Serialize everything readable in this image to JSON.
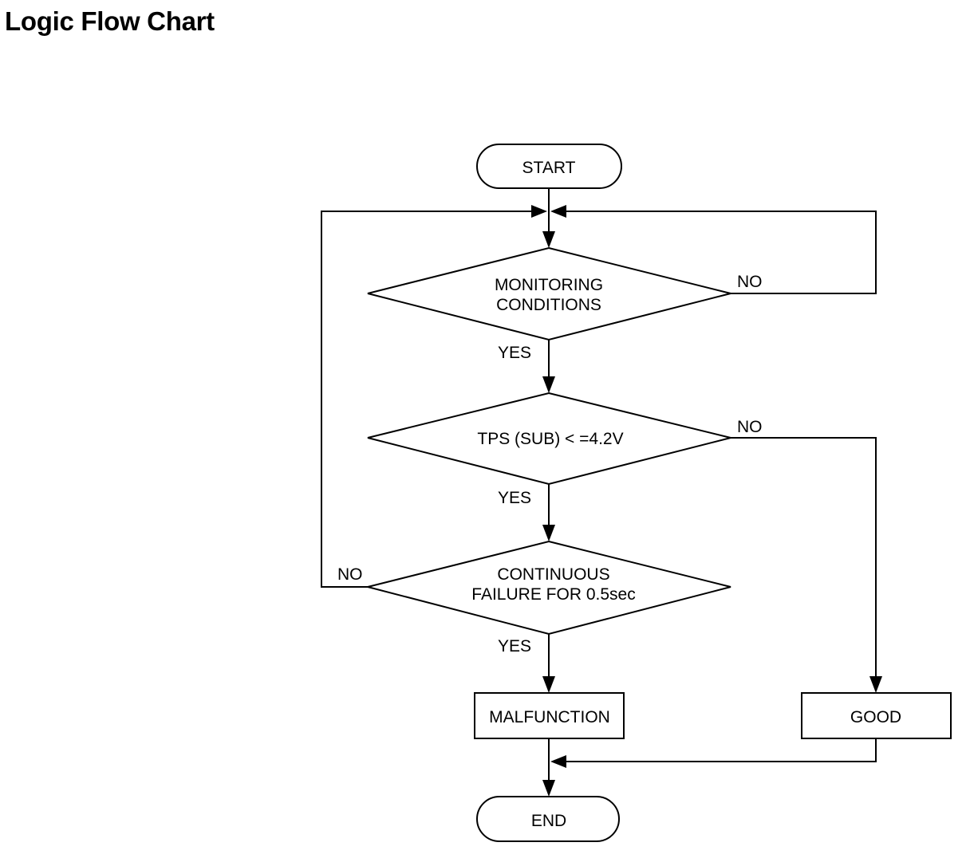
{
  "title": "Logic Flow Chart",
  "nodes": {
    "start": "START",
    "monitoring_line1": "MONITORING",
    "monitoring_line2": "CONDITIONS",
    "tps": "TPS (SUB) < =4.2V",
    "continuous_line1": "CONTINUOUS",
    "continuous_line2": "FAILURE FOR 0.5sec",
    "malfunction": "MALFUNCTION",
    "good": "GOOD",
    "end": "END"
  },
  "edges": {
    "monitoring_yes": "YES",
    "monitoring_no": "NO",
    "tps_yes": "YES",
    "tps_no": "NO",
    "continuous_yes": "YES",
    "continuous_no": "NO"
  }
}
